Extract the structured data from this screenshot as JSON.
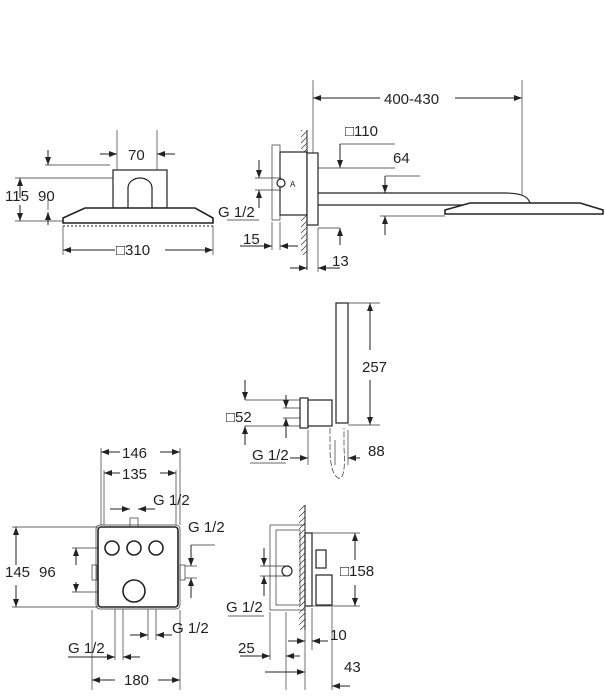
{
  "views": {
    "head_front": {
      "width_label": "70",
      "height_total": "115",
      "height_head": "90",
      "size_label": "□310"
    },
    "arm_side": {
      "reach": "400-430",
      "flange": "□110",
      "offset": "64",
      "thread": "G 1/2",
      "depth": "15",
      "plate": "13"
    },
    "hand_shower": {
      "height": "257",
      "flange": "□52",
      "thread": "G 1/2",
      "projection": "88"
    },
    "valve_front": {
      "outer_width": "146",
      "inner_width": "135",
      "thread_top": "G 1/2",
      "thread_right": "G 1/2",
      "height_outer": "145",
      "height_inner": "96",
      "thread_bottom_right": "G 1/2",
      "thread_bottom_left": "G 1/2",
      "plate_width": "180"
    },
    "valve_side": {
      "plate": "□158",
      "thread": "G 1/2",
      "plate_depth": "10",
      "depth": "25",
      "projection": "43"
    }
  }
}
